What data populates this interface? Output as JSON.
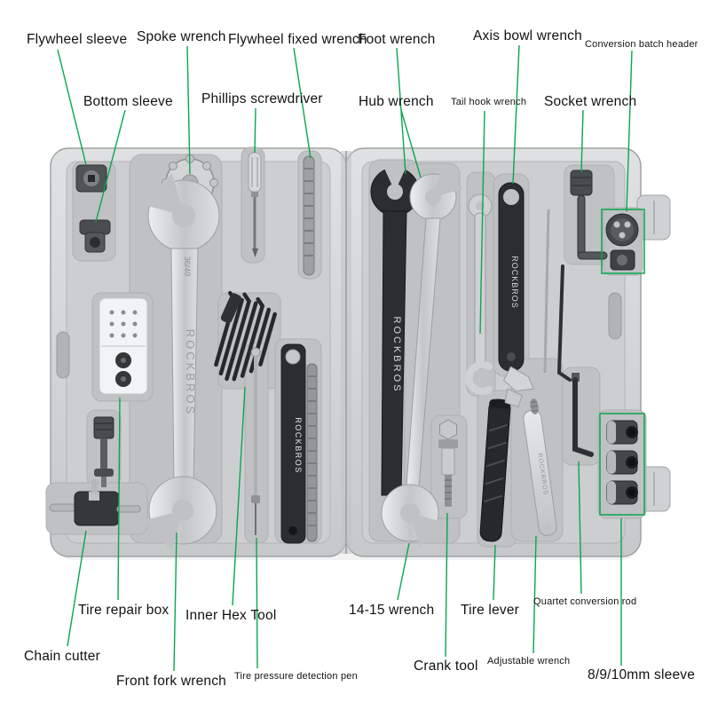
{
  "accent": {
    "green": "#0aa64e"
  },
  "brand": "ROCKBROS",
  "markings": {
    "wrench_size": "36/40"
  },
  "labels": {
    "flywheel_sleeve": "Flywheel sleeve",
    "bottom_sleeve": "Bottom sleeve",
    "spoke_wrench": "Spoke wrench",
    "phillips_screwdriver": "Phillips screwdriver",
    "flywheel_fixed_wrench": "Flywheel fixed wrench",
    "foot_wrench": "Foot wrench",
    "hub_wrench": "Hub wrench",
    "tail_hook_wrench": "Tail hook wrench",
    "axis_bowl_wrench": "Axis bowl wrench",
    "socket_wrench": "Socket wrench",
    "conversion_batch_header": "Conversion batch header",
    "tire_repair_box": "Tire repair box",
    "inner_hex_tool": "Inner Hex Tool",
    "wrench_14_15": "14-15 wrench",
    "tire_lever": "Tire lever",
    "quartet_conversion_rod": "Quartet conversion rod",
    "chain_cutter": "Chain cutter",
    "front_fork_wrench": "Front fork wrench",
    "tire_pressure_detection_pen": "Tire pressure detection pen",
    "crank_tool": "Crank tool",
    "adjustable_wrench": "Adjustable wrench",
    "sleeve_8_9_10": "8/9/10mm sleeve"
  }
}
